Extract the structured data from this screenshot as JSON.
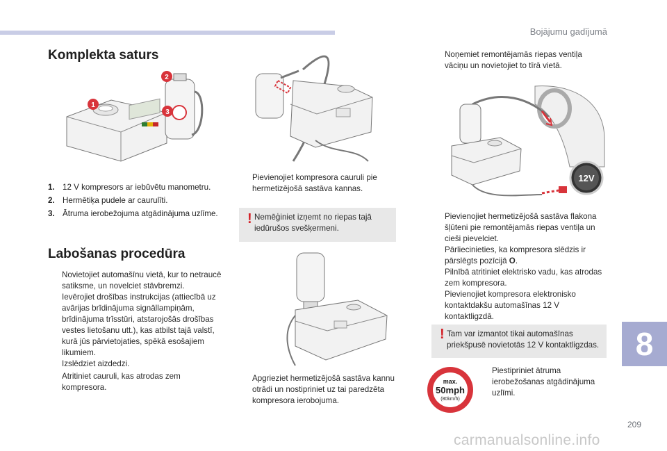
{
  "header": {
    "section_title": "Bojājumu gadījumā"
  },
  "tab_number": "8",
  "page_number": "209",
  "watermark": "carmanualsonline.info",
  "kit": {
    "heading": "Komplekta saturs",
    "callouts": [
      "1",
      "2",
      "3"
    ],
    "items": [
      {
        "num": "1.",
        "text": "12 V kompresors ar iebūvētu manometru."
      },
      {
        "num": "2.",
        "text": "Hermētiķa pudele ar caurulīti."
      },
      {
        "num": "3.",
        "text": "Ātruma ierobežojuma atgādinājuma uzlīme."
      }
    ]
  },
  "procedure": {
    "heading": "Labošanas procedūra",
    "steps_a": [
      "Novietojiet automašīnu vietā, kur to netraucē satiksme, un novelciet stāvbremzi.",
      "Ievērojiet drošības instrukcijas (attiecībā uz avārijas brīdinājuma signāllampiņām, brīdinājuma trīsstūri, atstarojošās drošības vestes lietošanu utt.), kas atbilst tajā valstī, kurā jūs pārvietojaties, spēkā esošajiem likumiem.",
      "Izslēdziet aizdedzi."
    ],
    "steps_b": [
      "Atritiniet cauruli, kas atrodas zem kompresora."
    ]
  },
  "middle": {
    "step_connect": "Pievienojiet kompresora cauruli pie hermetizējošā sastāva kannas.",
    "warning": "Nemēģiniet izņemt no riepas tajā iedūrušos svešķermeni.",
    "step_rotate": "Apgrieziet hermetizējošā sastāva kannu otrādi un nostipriniet uz tai paredzēta kompresora ierobojuma."
  },
  "right": {
    "step_valve": "Noņemiet remontējamās riepas ventiļa vāciņu un novietojiet to tīrā vietā.",
    "socket_label": "12V",
    "steps": [
      {
        "pre": "Pievienojiet hermetizējošā sastāva flakona šļūteni pie remontējamās riepas ventiļa un cieši pievelciet.",
        "bold": "",
        "post": ""
      },
      {
        "pre": "Pārliecinieties, ka kompresora slēdzis ir pārslēgts pozīcijā ",
        "bold": "O",
        "post": "."
      },
      {
        "pre": "Pilnībā atritiniet elektrisko vadu, kas atrodas zem kompresora.",
        "bold": "",
        "post": ""
      },
      {
        "pre": "Pievienojiet kompresora elektronisko kontaktdakšu automašīnas 12 V kontaktligzdā.",
        "bold": "",
        "post": ""
      }
    ],
    "warning": "Tam var izmantot tikai automašīnas priekšpusē novietotās 12 V kontaktligzdas.",
    "sticker": {
      "line1": "max.",
      "line2": "50mph",
      "line3": "(80km/h)"
    },
    "step_sticker": "Piestipriniet ātruma ierobežošanas atgādinājuma uzlīmi."
  },
  "bullet_glyph": "",
  "colors": {
    "accent_bar": "#c9cde6",
    "tab": "#a6abd1",
    "warn_mark": "#d42027",
    "callout": "#d8343b"
  }
}
